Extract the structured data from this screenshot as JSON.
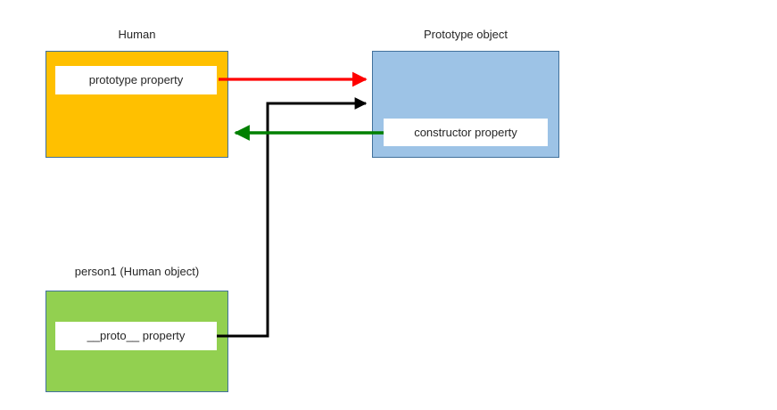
{
  "diagram": {
    "title_human": "Human",
    "title_prototype": "Prototype object",
    "title_person1": "person1 (Human object)",
    "prop_prototype": "prototype property",
    "prop_constructor": "constructor property",
    "prop_proto": "__proto__  property",
    "colors": {
      "human_fill": "#FFC000",
      "prototype_fill": "#9DC3E6",
      "person1_fill": "#92D050",
      "box_border": "#41719C",
      "prop_fill": "#FFFFFF",
      "arrow_prototype_to_object": "#FF0000",
      "arrow_constructor_to_human": "#008000",
      "arrow_proto_to_object": "#000000",
      "text": "#262626"
    },
    "arrows": [
      {
        "name": "prototype-to-prototype-object",
        "color": "#FF0000",
        "from": "Human.prototype property",
        "to": "Prototype object",
        "direction": "right"
      },
      {
        "name": "constructor-to-human",
        "color": "#008000",
        "from": "Prototype object.constructor property",
        "to": "Human",
        "direction": "left"
      },
      {
        "name": "proto-to-prototype-object",
        "color": "#000000",
        "from": "person1.__proto__ property",
        "to": "Prototype object",
        "direction": "right"
      }
    ]
  }
}
